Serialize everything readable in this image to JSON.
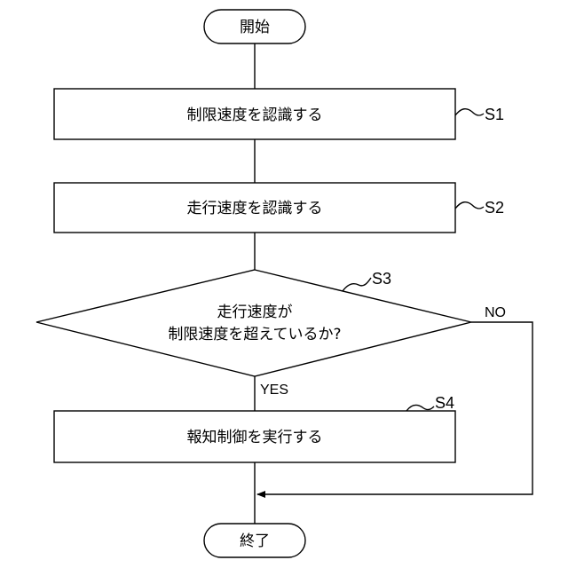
{
  "flowchart": {
    "start": "開始",
    "end": "終了",
    "steps": [
      {
        "id": "S1",
        "text": "制限速度を認識する"
      },
      {
        "id": "S2",
        "text": "走行速度を認識する"
      },
      {
        "id": "S4",
        "text": "報知制御を実行する"
      }
    ],
    "decision": {
      "id": "S3",
      "line1": "走行速度が",
      "line2": "制限速度を超えているか?",
      "yes_label": "YES",
      "no_label": "NO"
    }
  }
}
